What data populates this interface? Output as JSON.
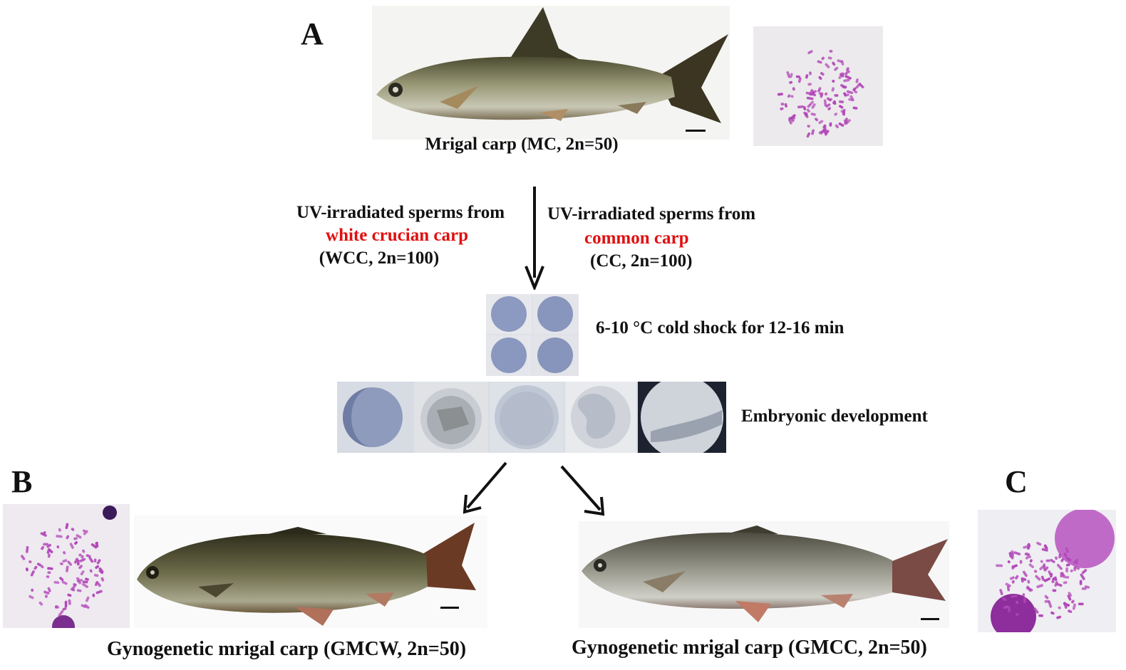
{
  "panels": {
    "a": "A",
    "b": "B",
    "c": "C"
  },
  "top_fish": {
    "caption": "Mrigal carp (MC, 2n=50)"
  },
  "left_sperm": {
    "line1": "UV-irradiated sperms from",
    "species": "white crucian carp",
    "line3": "(WCC, 2n=100)"
  },
  "right_sperm": {
    "line1": "UV-irradiated sperms from",
    "species": "common carp",
    "line3": "(CC, 2n=100)"
  },
  "cold_shock": {
    "label": "6-10 °C cold shock for 12-16 min"
  },
  "embryo": {
    "label": "Embryonic development"
  },
  "bottom_left_fish": {
    "caption": "Gynogenetic mrigal carp (GMCW, 2n=50)"
  },
  "bottom_right_fish": {
    "caption": "Gynogenetic mrigal carp (GMCC, 2n=50)"
  },
  "colors": {
    "accent_red": "#e01010",
    "chromosome": "#b247b8",
    "egg_blue": "#8a98bf"
  }
}
